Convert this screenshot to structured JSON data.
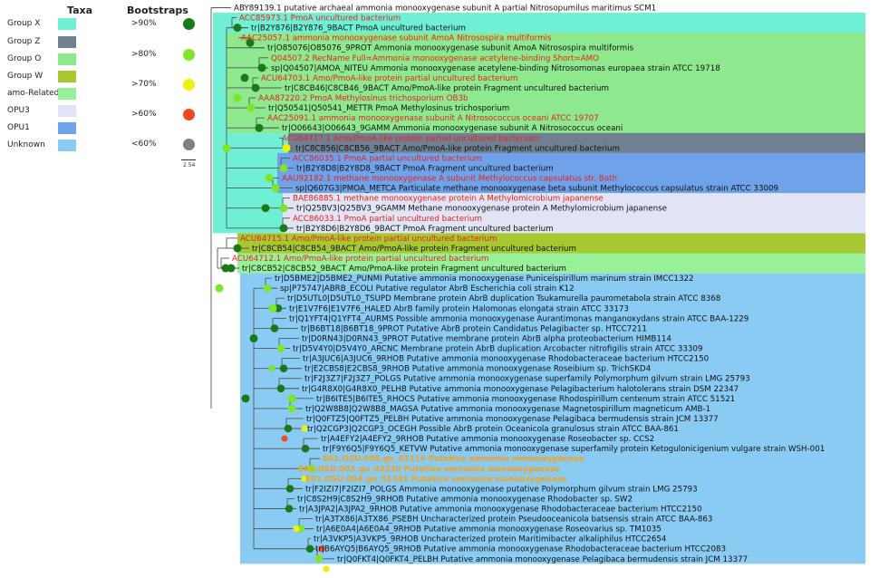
{
  "legend": {
    "taxa_title": "Taxa",
    "bootstraps_title": "Bootstraps",
    "taxa": [
      {
        "label": "Group X",
        "color": "#6ff0d4"
      },
      {
        "label": "Group Z",
        "color": "#708090"
      },
      {
        "label": "Group O",
        "color": "#8ee88e"
      },
      {
        "label": "Group W",
        "color": "#a8c832"
      },
      {
        "label": "amo-Related",
        "color": "#98f098"
      },
      {
        "label": "OPU3",
        "color": "#e0e4f4"
      },
      {
        "label": "OPU1",
        "color": "#6fa2e8"
      },
      {
        "label": "Unknown",
        "color": "#89cbf3"
      }
    ],
    "bootstraps": [
      {
        "label": ">90%",
        "color": "#1a7a1a"
      },
      {
        "label": ">80%",
        "color": "#7ee52a"
      },
      {
        "label": ">70%",
        "color": "#eef20a"
      },
      {
        "label": ">60%",
        "color": "#f04820"
      },
      {
        "label": "<60%",
        "color": "#808080"
      }
    ],
    "scale_label": "2.54"
  },
  "colors": {
    "accession_red": "#e8201c",
    "putative_orange": "#f4a21c",
    "leaf_text": "#111111",
    "branch": "#555555"
  },
  "leaves": [
    "ABY89139.1 putative archaeal ammonia monooxygenase subunit A partial Nitrosopumilus maritimus SCM1",
    "ACC85973.1 PmoA uncultured bacterium",
    "tr|B2Y876|B2Y876_9BACT PmoA uncultured bacterium",
    "AAC25057.1 ammonia monooxygenase subunit AmoA Nitrosospira multiformis",
    "tr|O85076|O85076_9PROT Ammonia monooxygenase subunit AmoA Nitrosospira multiformis",
    "Q04507.2 RecName Full=Ammonia monooxygenase acetylene-binding Short=AMO",
    "sp|Q04507|AMOA_NITEU Ammonia monooxygenase acetylene-binding Nitrosomonas europaea strain ATCC 19718",
    "ACU64703.1 Amo/PmoA-like protein partial uncultured bacterium",
    "tr|C8CB46|C8CB46_9BACT Amo/PmoA-like protein Fragment uncultured bacterium",
    "AAA87220.2 PmoA Methylosinus trichosporium OB3b",
    "tr|Q50541|Q50541_METTR PmoA Methylosinus trichosporium",
    "AAC25091.1 ammonia monooxygenase subunit A Nitrosococcus oceani ATCC 19707",
    "tr|O06643|O06643_9GAMM Ammonia monooxygenase subunit A Nitrosococcus oceani",
    "ACU64717.1 Amo/PmoA-like protein partial uncultured bacterium",
    "tr|C8CB56|C8CB56_9BACT Amo/PmoA-like protein Fragment uncultured bacterium",
    "ACC86035.1 PmoA partial uncultured bacterium",
    "tr|B2Y8D8|B2Y8D8_9BACT PmoA Fragment uncultured bacterium",
    "AAU92182.1 methane monooxygenase A subunit Methylococcus capsulatus str. Bath",
    "sp|Q607G3|PMOA_METCA Particulate methane monooxygenase beta subunit Methylococcus capsulatus strain ATCC 33009",
    "BAE86885.1 methane monooxygenase protein A Methylomicrobium japanense",
    "tr|Q25BV3|Q25BV3_9GAMM Methane monooxygenase protein A Methylomicrobium japanense",
    "ACC86033.1 PmoA partial uncultured bacterium",
    "tr|B2Y8D6|B2Y8D6_9BACT PmoA Fragment uncultured bacterium",
    "ACU64715.1 Amo/PmoA-like protein partial uncultured bacterium",
    "tr|C8CB54|C8CB54_9BACT Amo/PmoA-like protein Fragment uncultured bacterium",
    "ACU64712.1 Amo/PmoA-like protein partial uncultured bacterium",
    "tr|C8CB52|C8CB52_9BACT Amo/PmoA-like protein Fragment uncultured bacterium",
    "tr|D5BME2|D5BME2_PUNMI Putative ammonia monooxygenase Puniceispirillum marinum strain IMCC1322",
    "sp|P75747|ABRB_ECOLI Putative regulator AbrB Escherichia coli strain K12",
    "tr|D5UTL0|D5UTL0_TSUPD Membrane protein AbrB duplication Tsukamurella paurometabola strain ATCC 8368",
    "tr|E1V7F6|E1V7F6_HALED AbrB family protein Halomonas elongata strain ATCC 33173",
    "tr|Q1YFT4|Q1YFT4_AURMS Possible ammonia monooxygenase Aurantimonas manganoxydans strain ATCC BAA-1229",
    "tr|B6BT18|B6BT18_9PROT Putative AbrB protein Candidatus Pelagibacter sp. HTCC7211",
    "tr|D0RN43|D0RN43_9PROT Putative membrane protein AbrB alpha proteobacterium HIMB114",
    "tr|D5V4Y0|D5V4Y0_ARCNC Membrane protein AbrB duplication Arcobacter nitrofigilis strain ATCC 33309",
    "tr|A3JUC6|A3JUC6_9RHOB Putative ammonia monooxygenase Rhodobacteraceae bacterium HTCC2150",
    "tr|E2CBS8|E2CBS8_9RHOB Putative ammonia monooxygenase Roseibium sp. TrichSKD4",
    "tr|F2J3Z7|F2J3Z7_POLGS Putative ammonia monooxygenase superfamily Polymorphum gilvum strain LMG 25793",
    "tr|G4R8X0|G4R8X0_PELHB Putative ammonia monooxygenase Pelagibacterium halotolerans strain DSM 22347",
    "tr|B6ITE5|B6ITE5_RHOCS Putative ammonia monooxygenase Rhodospirillum centenum strain ATCC 51521",
    "tr|Q2W8B8|Q2W8B8_MAGSA Putative ammonia monooxygenase Magnetospirillum magneticum AMB-1",
    "tr|Q0FTZ5|Q0FTZ5_PELBH Putative ammonia monooxygenase Pelagibaca bermudensis strain JCM 13377",
    "tr|Q2CGP3|Q2CGP3_OCEGH Possible AbrB protein Oceanicola granulosus strain ATCC BAA-861",
    "tr|A4EFY2|A4EFY2_9RHOB Putative ammonia monooxygenase Roseobacter sp. CCS2",
    "tr|F9Y6Q5|F9Y6Q5_KETVW Putative ammonia monooxygenase superfamily protein Ketogulonicigenium vulgare strain WSH-001",
    "E01.OSU.005.gn_02114 Putative ammonia monooxygenase",
    "E01.OSU.003.gn_02220 Putative ammonia monooxygenase",
    "E01.OSU.004.gn_01341 Putative ammonia monooxygenase",
    "tr|F2IZI7|F2IZI7_POLGS Ammonia monooxygenase putative Polymorphum gilvum strain LMG 25793",
    "tr|C8S2H9|C8S2H9_9RHOB Putative ammonia monooxygenase Rhodobacter sp. SW2",
    "tr|A3JPA2|A3JPA2_9RHOB Putative ammonia monooxygenase Rhodobacteraceae bacterium HTCC2150",
    "tr|A3TX86|A3TX86_PSEBH Uncharacterized protein Pseudooceanicola batsensis strain ATCC BAA-863",
    "tr|A6E0A4|A6E0A4_9RHOB Putative ammonia monooxygenase Roseovarius sp. TM1035",
    "tr|A3VKP5|A3VKP5_9RHOB Uncharacterized protein Maritimibacter alkaliphilus HTCC2654",
    "tr|B6AYQ5|B6AYQ5_9RHOB Putative ammonia monooxygenase Rhodobacteraceae bacterium HTCC2083",
    "tr|Q0FKT4|Q0FKT4_PELBH Putative ammonia monooxygenase Pelagibaca bermudensis strain JCM 13377"
  ]
}
